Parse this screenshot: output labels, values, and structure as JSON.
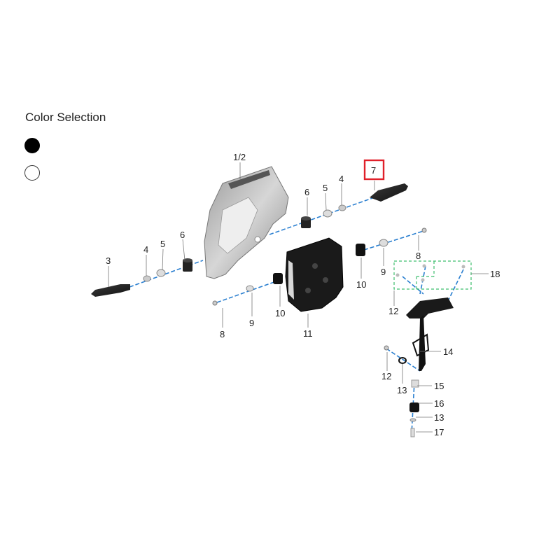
{
  "color_selection": {
    "title": "Color Selection",
    "options": [
      {
        "name": "black",
        "color": "#000000"
      },
      {
        "name": "white",
        "color": "#ffffff"
      }
    ]
  },
  "callouts": {
    "bracket": "1/2",
    "mirror_right": "7",
    "nut6_right": "6",
    "washer5_right": "5",
    "washer4_right": "4",
    "mirror_left": "3",
    "washer4_left": "4",
    "washer5_left": "5",
    "nut6_left": "6",
    "bolt8_right": "8",
    "washer9_right": "9",
    "grommet10_right": "10",
    "bolt8_left": "8",
    "washer9_left": "9",
    "grommet10_left": "10",
    "dashboard": "11",
    "kit18": "18",
    "screw12_top": "12",
    "bracket14": "14",
    "screw12_bottom": "12",
    "washer13_left": "13",
    "bolt15": "15",
    "rubber16": "16",
    "washer13_right": "13",
    "bolt17": "17"
  },
  "highlight": {
    "callout": "7",
    "color": "#e0202a"
  }
}
